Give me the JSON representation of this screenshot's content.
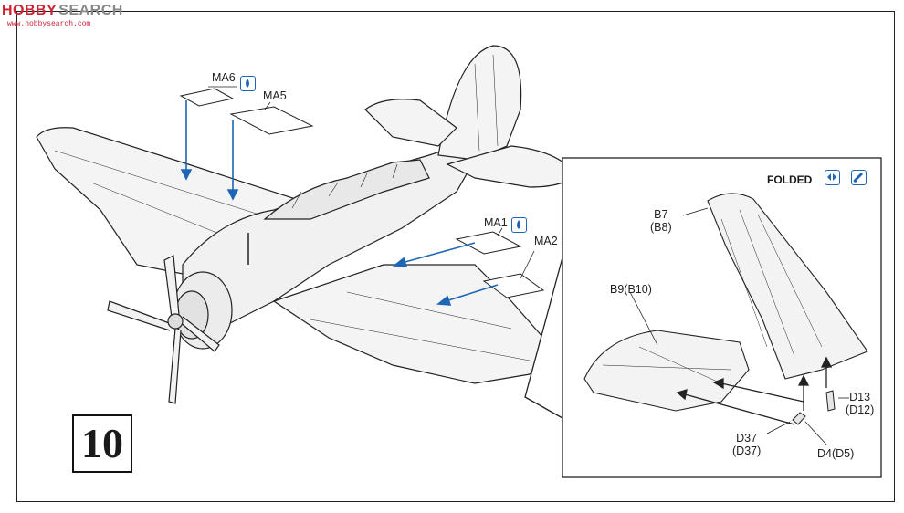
{
  "watermark": {
    "brand": "HOBBY",
    "brand2": "SEARCH",
    "site": "www.hobbysearch.com"
  },
  "step_number": "10",
  "parts": {
    "ma6": "MA6",
    "ma5": "MA5",
    "ma1": "MA1",
    "ma2": "MA2",
    "b7": "B7",
    "b8": "(B8)",
    "b9": "B9(B10)",
    "d13": "D13",
    "d12": "(D12)",
    "d37": "D37",
    "d37b": "(D37)",
    "d4": "D4(D5)"
  },
  "inset": {
    "title": "FOLDED"
  },
  "icons": {
    "decal": "water-decal-icon",
    "symmetric": "symmetric-parts-icon",
    "glue": "glue-icon"
  },
  "colors": {
    "accent": "#1e66b4",
    "line": "#222222"
  }
}
